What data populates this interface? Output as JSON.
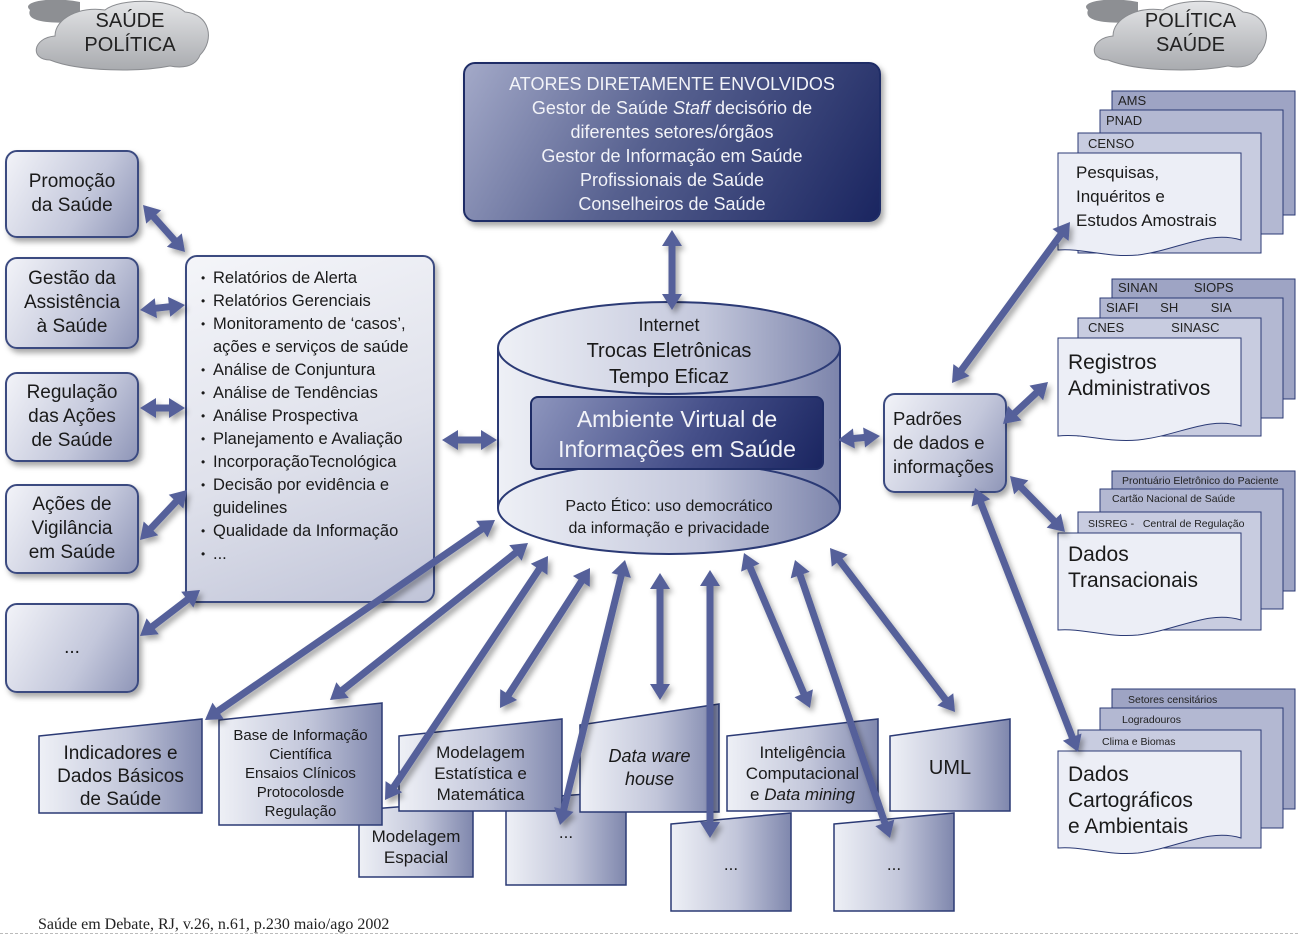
{
  "clouds": {
    "left": {
      "line1": "SAÚDE",
      "line2": "POLÍTICA"
    },
    "right": {
      "line1": "POLÍTICA",
      "line2": "SAÚDE"
    }
  },
  "actors": {
    "title": "ATORES DIRETAMENTE ENVOLVIDOS",
    "line1_a": "Gestor de Saúde ",
    "line1_b": "Staff",
    "line1_c": " decisório de",
    "line2": "diferentes setores/órgãos",
    "line3": "Gestor de Informação em Saúde",
    "line4": "Profissionais de Saúde",
    "line5": "Conselheiros de Saúde"
  },
  "left_boxes": [
    {
      "line1": "Promoção",
      "line2": "da Saúde",
      "line3": ""
    },
    {
      "line1": "Gestão da",
      "line2": "Assistência",
      "line3": "à Saúde"
    },
    {
      "line1": "Regulação",
      "line2": "das Ações",
      "line3": "de Saúde"
    },
    {
      "line1": "Ações de",
      "line2": "Vigilância",
      "line3": "em Saúde"
    },
    {
      "line1": "...",
      "line2": "",
      "line3": ""
    }
  ],
  "uses_list": [
    "Relatórios de Alerta",
    "Relatórios Gerenciais",
    "Monitoramento de ‘casos’, ações e serviços de saúde",
    "Análise de Conjuntura",
    "Análise de Tendências",
    "Análise Prospectiva",
    "Planejamento e Avaliação",
    "IncorporaçãoTecnológica",
    "Decisão por evidência e guidelines",
    "Qualidade da Informação",
    "..."
  ],
  "cylinder": {
    "top1": "Internet",
    "top2": "Trocas Eletrônicas",
    "top3": "Tempo Eficaz",
    "core1": "Ambiente Virtual de",
    "core2": "Informações em Saúde",
    "bottom1": "Pacto Ético: uso democrático",
    "bottom2": "da informação e privacidade"
  },
  "standards_box": {
    "line1": "Padrões",
    "line2": "de dados e",
    "line3": "informações"
  },
  "data_sources": [
    {
      "tabs": [
        "AMS",
        "PNAD",
        "CENSO"
      ],
      "title": [
        "Pesquisas,",
        "Inquéritos e",
        "Estudos Amostrais"
      ]
    },
    {
      "tabs": [
        "SINAN          SIOPS",
        "SIAFI      SH         SIA",
        "CNES             SINASC"
      ],
      "title": [
        "Registros",
        "Administrativos"
      ]
    },
    {
      "tabs": [
        "Prontuário Eletrônico do Paciente",
        "Cartão Nacional de Saúde",
        "SISREG -   Central de Regulação"
      ],
      "title": [
        "Dados",
        "Transacionais"
      ]
    },
    {
      "tabs": [
        "Setores censitários",
        "Logradouros",
        "Clima e Biomas"
      ],
      "title": [
        "Dados",
        "Cartográficos",
        "e Ambientais"
      ]
    }
  ],
  "bottom_boxes": [
    {
      "lines": [
        "Indicadores e",
        "Dados Básicos",
        "de Saúde"
      ]
    },
    {
      "lines": [
        "Base de Informação",
        "Científica",
        "Ensaios Clínicos",
        "Protocolosde",
        "Regulação"
      ]
    },
    {
      "lines": [
        "Modelagem",
        "Espacial"
      ]
    },
    {
      "lines": [
        "Modelagem",
        "Estatística e",
        "Matemática"
      ]
    },
    {
      "lines": [
        "..."
      ]
    },
    {
      "lines": [
        "Data ware",
        "house"
      ]
    },
    {
      "lines": [
        "..."
      ]
    },
    {
      "lines": [
        "Inteligência",
        "Computacional",
        "e Data mining"
      ]
    },
    {
      "lines": [
        "..."
      ]
    },
    {
      "lines": [
        "UML"
      ]
    }
  ],
  "caption": "Saúde em Debate, RJ, v.26, n.61, p.230 maio/ago 2002"
}
